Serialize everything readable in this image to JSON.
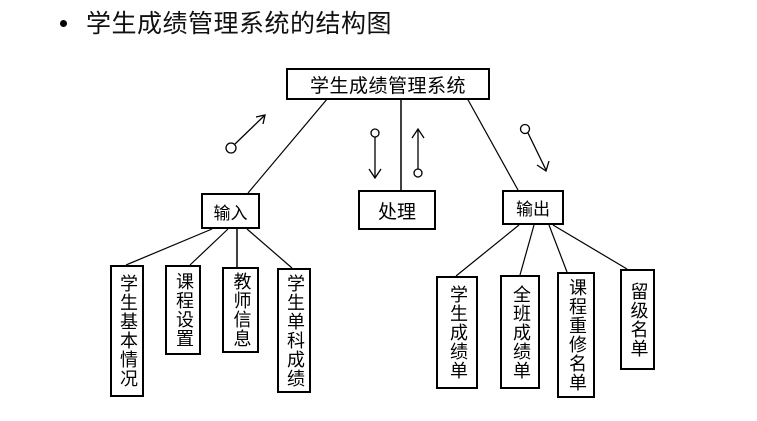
{
  "slide": {
    "title": "学生成绩管理系统的结构图"
  },
  "diagram": {
    "root": {
      "label": "学生成绩管理系统"
    },
    "modules": [
      {
        "label": "输入",
        "flow": "up",
        "children": [
          "学生基本情况",
          "课程设置",
          "教师信息",
          "学生单科成绩"
        ]
      },
      {
        "label": "处理",
        "flow": "both",
        "children": []
      },
      {
        "label": "输出",
        "flow": "down",
        "children": [
          "学生成绩单",
          "全班成绩单",
          "课程重修名单",
          "留级名单"
        ]
      }
    ],
    "colors": {
      "line": "#000000",
      "background": "#ffffff"
    }
  }
}
